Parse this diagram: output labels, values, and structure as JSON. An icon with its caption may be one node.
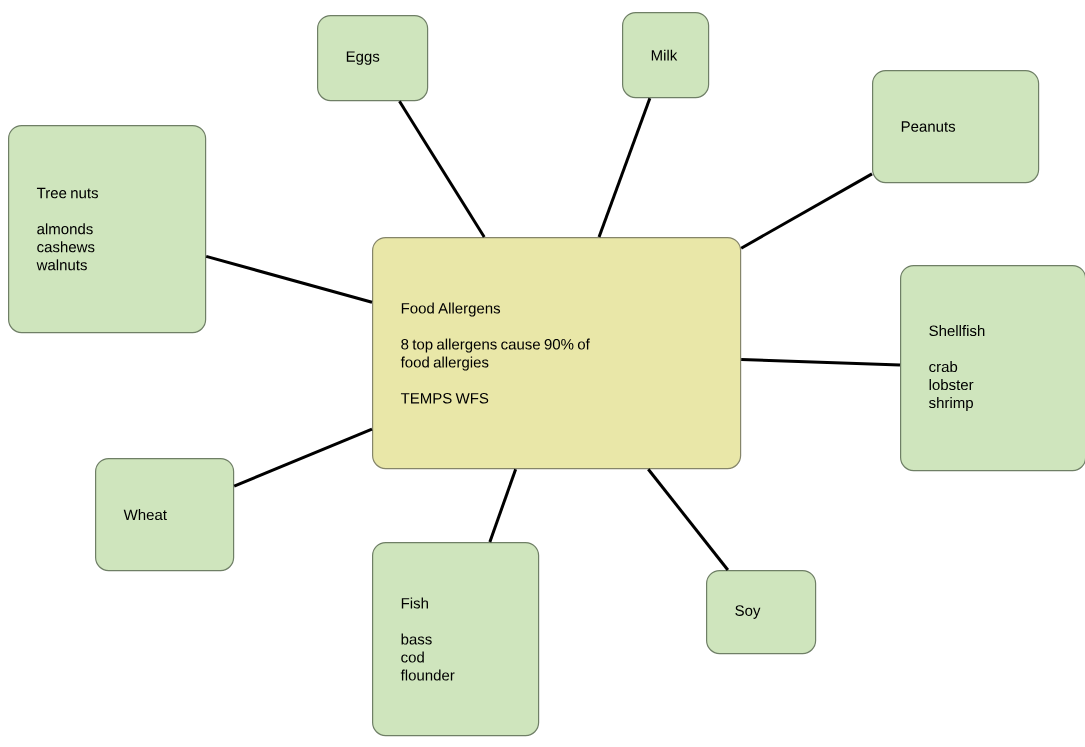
{
  "diagram": {
    "nodes": [
      {
        "text": [
          "Eggs"
        ]
      },
      {
        "text": [
          "Milk"
        ]
      },
      {
        "text": [
          "Peanuts"
        ]
      },
      {
        "text": [
          "Tree nuts",
          "almonds cashews walnuts"
        ]
      },
      {
        "text": [
          "Food Allergens",
          "8 top allergens cause 90% of food allergies",
          "TEMPS WFS"
        ]
      },
      {
        "text": [
          "Shellfish",
          "crab lobster shrimp"
        ]
      },
      {
        "text": [
          "Wheat"
        ]
      },
      {
        "text": [
          "Fish",
          "bass cod flounder"
        ]
      },
      {
        "text": [
          "Soy"
        ]
      }
    ],
    "edges": [
      {
        "from": 4,
        "to": 0,
        "arrow": "none"
      },
      {
        "from": 4,
        "to": 1,
        "arrow": "none"
      },
      {
        "from": 4,
        "to": 2,
        "arrow": "none"
      },
      {
        "from": 4,
        "to": 3,
        "arrow": "none"
      },
      {
        "from": 4,
        "to": 5,
        "arrow": "none"
      },
      {
        "from": 4,
        "to": 6,
        "arrow": "none"
      },
      {
        "from": 4,
        "to": 7,
        "arrow": "none"
      },
      {
        "from": 4,
        "to": 8,
        "arrow": "none"
      }
    ]
  }
}
